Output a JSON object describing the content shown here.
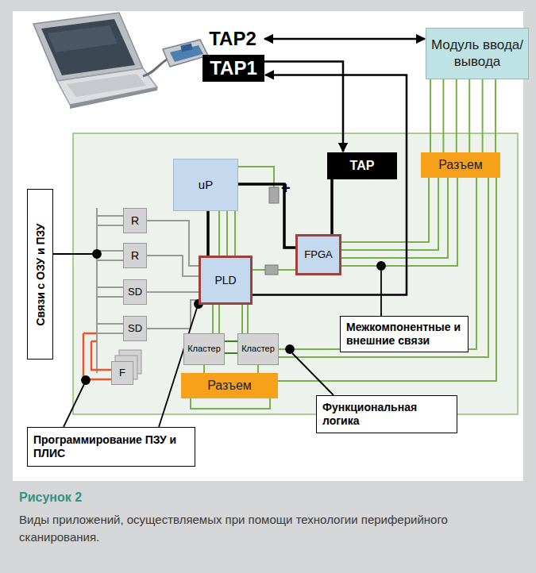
{
  "diagram": {
    "title": "Рисунок 2",
    "caption": "Виды приложений, осуществляемых при помощи технологии периферийного сканирования.",
    "nodes": [
      {
        "text": [
          "TAP2"
        ]
      },
      {
        "text": [
          "TAP1"
        ]
      },
      {
        "text": [
          "Модуль ввода/вывода"
        ]
      },
      {
        "text": [
          "uP"
        ]
      },
      {
        "text": [
          "TAP"
        ]
      },
      {
        "text": [
          "Разъем"
        ]
      },
      {
        "text": [
          "FPGA"
        ]
      },
      {
        "text": [
          "R"
        ]
      },
      {
        "text": [
          "R"
        ]
      },
      {
        "text": [
          "PLD"
        ]
      },
      {
        "text": [
          "SD"
        ]
      },
      {
        "text": [
          "SD"
        ]
      },
      {
        "text": [
          "F"
        ]
      },
      {
        "text": [
          "Кластер"
        ]
      },
      {
        "text": [
          "Кластер"
        ]
      },
      {
        "text": [
          "Разъем"
        ]
      },
      {
        "text": [
          "Связи с ОЗУ и ПЗУ"
        ]
      },
      {
        "text": [
          "Межкомпонентные и внешние связи"
        ]
      },
      {
        "text": [
          "Функциональная логика"
        ]
      },
      {
        "text": [
          "Программирование ПЗУ и ПЛИС"
        ]
      }
    ],
    "edges": [
      {
        "from": 0,
        "to": 2,
        "arrow": "both"
      },
      {
        "from": 9,
        "to": 1,
        "arrow": "to"
      },
      {
        "from": 1,
        "to": 4,
        "arrow": "to"
      },
      {
        "from": 4,
        "to": 6,
        "arrow": "none"
      },
      {
        "from": 6,
        "to": 3,
        "arrow": "none"
      },
      {
        "from": 3,
        "to": 9,
        "arrow": "none"
      },
      {
        "from": 2,
        "to": 5,
        "arrow": "none"
      }
    ],
    "labels": [
      "+"
    ]
  }
}
